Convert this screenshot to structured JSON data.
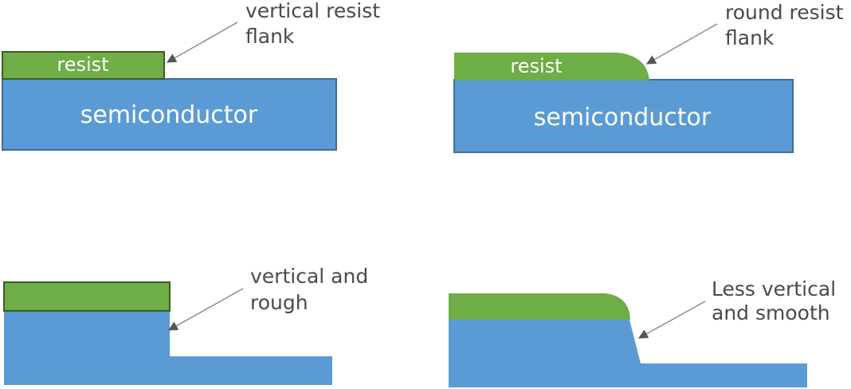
{
  "panels": {
    "top_left": {
      "resist_label": "resist",
      "substrate_label": "semiconductor",
      "annotation_line1": "vertical resist",
      "annotation_line2": "flank"
    },
    "top_right": {
      "resist_label": "resist",
      "substrate_label": "semiconductor",
      "annotation_line1": "round resist",
      "annotation_line2": "flank"
    },
    "bottom_left": {
      "annotation_line1": "vertical and",
      "annotation_line2": "rough"
    },
    "bottom_right": {
      "annotation_line1": "Less vertical",
      "annotation_line2": "and smooth"
    }
  },
  "colors": {
    "resist": "#6fad47",
    "semiconductor": "#5b9bd5",
    "outline": "#3e6c94",
    "resist_outline": "#3d5d22",
    "arrow": "#8c8c8c",
    "annotation_text": "#4a4a4a"
  }
}
